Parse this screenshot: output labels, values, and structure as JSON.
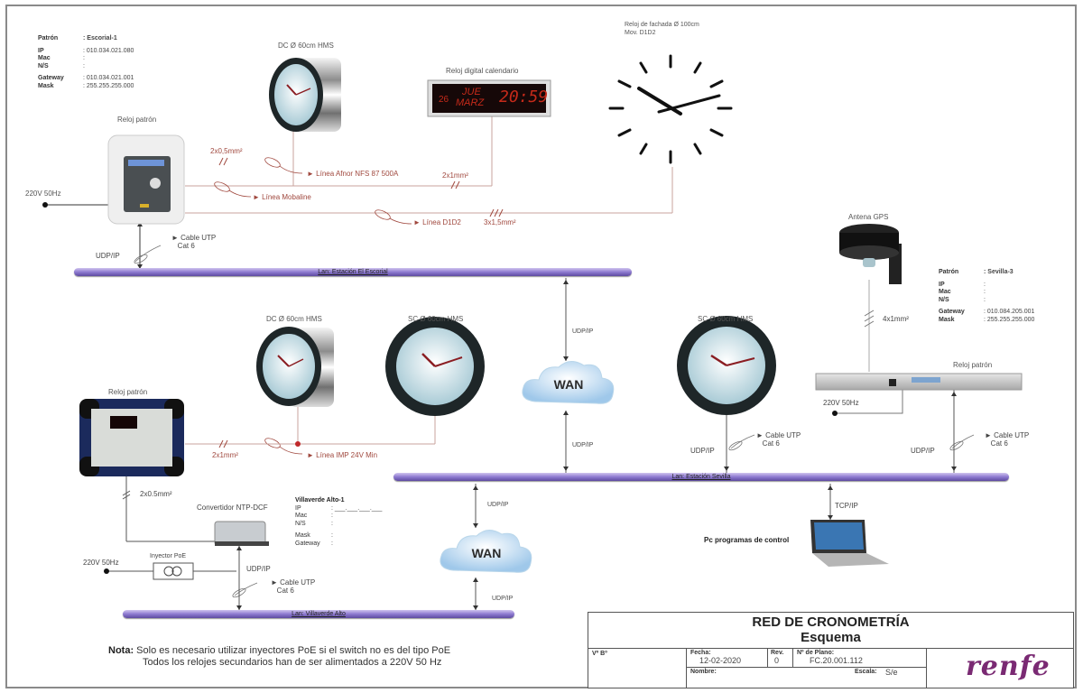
{
  "title_block": {
    "title": "RED DE CRONOMETRÍA",
    "subtitle": "Esquema",
    "vb_label": "Vº Bº",
    "fecha_label": "Fecha:",
    "fecha_value": "12-02-2020",
    "rev_label": "Rev.",
    "rev_value": "0",
    "plano_label": "Nº de Plano:",
    "plano_value": "FC.20.001.112",
    "nombre_label": "Nombre:",
    "escala_label": "Escala:",
    "escala_value": "S/e",
    "logo_text": "renfe",
    "logo_color": "#7a2a73"
  },
  "note": {
    "label": "Nota:",
    "line1": "Solo es necesario utilizar inyectores PoE si el switch no es del tipo PoE",
    "line2": "Todos los relojes secundarios han de ser alimentados a 220V 50 Hz"
  },
  "escorial": {
    "info": {
      "patron_label": "Patrón",
      "patron_value": ": Escorial-1",
      "ip_label": "IP",
      "ip_value": ": 010.034.021.080",
      "mac_label": "Mac",
      "mac_value": ":",
      "ns_label": "N/S",
      "ns_value": ":",
      "gateway_label": "Gateway",
      "gateway_value": ": 010.034.021.001",
      "mask_label": "Mask",
      "mask_value": ": 255.255.255.000"
    },
    "master_label": "Reloj patrón",
    "power_label": "220V 50Hz",
    "dc_clock_label": "DC Ø 60cm HMS",
    "digital_label": "Reloj digital calendario",
    "digital_day": "26",
    "digital_weekday": "JUE",
    "digital_month": "MARZ",
    "digital_time": "20:59",
    "facade_label_1": "Reloj de fachada Ø 100cm",
    "facade_label_2": "Mov. D1D2",
    "cable_1": "2x0,5mm²",
    "cable_2": "2x1mm²",
    "cable_3": "3x1,5mm²",
    "line_afnor": "Línea Afnor NFS 87 500A",
    "line_mobaline": "Línea Mobaline",
    "line_d1d2": "Línea D1D2",
    "udp": "UDP/IP",
    "utp_1": "Cable UTP",
    "utp_2": "Cat 6",
    "lan": "Lan: Estación El Escorial"
  },
  "sevilla": {
    "info": {
      "patron_label": "Patrón",
      "patron_value": ": Sevilla-3",
      "ip_label": "IP",
      "ip_value": ":",
      "mac_label": "Mac",
      "mac_value": ":",
      "ns_label": "N/S",
      "ns_value": ":",
      "gateway_label": "Gateway",
      "gateway_value": ": 010.084.205.001",
      "mask_label": "Mask",
      "mask_value": ": 255.255.255.000"
    },
    "antenna_label": "Antena GPS",
    "antenna_cable": "4x1mm²",
    "master_label": "Reloj patrón",
    "power_label": "220V 50Hz",
    "sc_clock_label": "SC Ø 60cm HMS",
    "udp": "UDP/IP",
    "utp_1": "Cable UTP",
    "utp_2": "Cat 6",
    "tcp": "TCP/IP",
    "pc_label": "Pc programas de control",
    "lan": "Lan: Estación Sevilla"
  },
  "wan": {
    "label": "WAN",
    "udp": "UDP/IP"
  },
  "middle": {
    "master_label": "Reloj patrón",
    "dc_clock_label": "DC Ø 60cm HMS",
    "sc_clock_label": "SC Ø 60cm HMS",
    "cable": "2x1mm²",
    "line_imp": "Línea IMP 24V Min"
  },
  "villaverde": {
    "cable": "2x0.5mm²",
    "converter_label": "Convertidor NTP-DCF",
    "info": {
      "title": "Villaverde Alto-1",
      "ip_label": "IP",
      "ip_value": ": ___.___.___.___",
      "mac_label": "Mac",
      "mac_value": ":",
      "ns_label": "N/S",
      "ns_value": ":",
      "mask_label": "Mask",
      "mask_value": ":",
      "gateway_label": "Gateway",
      "gateway_value": ":"
    },
    "power_label": "220V 50Hz",
    "injector_label": "Inyector PoE",
    "udp": "UDP/IP",
    "utp_1": "Cable UTP",
    "utp_2": "Cat 6",
    "lan": "Lan: Villaverde Alto"
  }
}
